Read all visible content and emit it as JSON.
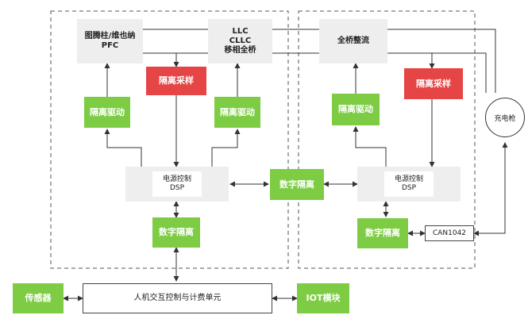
{
  "left_panel": {
    "pfc_label": "图腾柱/维也纳\nPFC",
    "llc_label": "LLC\nCLLC\n移相全桥",
    "isolated_sampling": "隔离采样",
    "isolated_drive_left": "隔离驱动",
    "isolated_drive_right": "隔离驱动",
    "power_control_title": "电源控制",
    "power_control_dsp": "DSP",
    "digital_isolation": "数字隔离"
  },
  "right_panel": {
    "full_bridge_rectifier": "全桥整流",
    "isolated_sampling": "隔离采样",
    "isolated_drive": "隔离驱动",
    "power_control_title": "电源控制",
    "power_control_dsp": "DSP",
    "digital_isolation": "数字隔离",
    "can_label": "CAN1042"
  },
  "center_digital_isolation": "数字隔离",
  "charging_gun": "充电枪",
  "bottom": {
    "sensor": "传感器",
    "hmi_billing": "人机交互控制与计费单元",
    "iot_module": "IOT模块"
  },
  "colors": {
    "green": "#7dcc44",
    "red": "#e64545",
    "grey": "#eeeeee"
  }
}
